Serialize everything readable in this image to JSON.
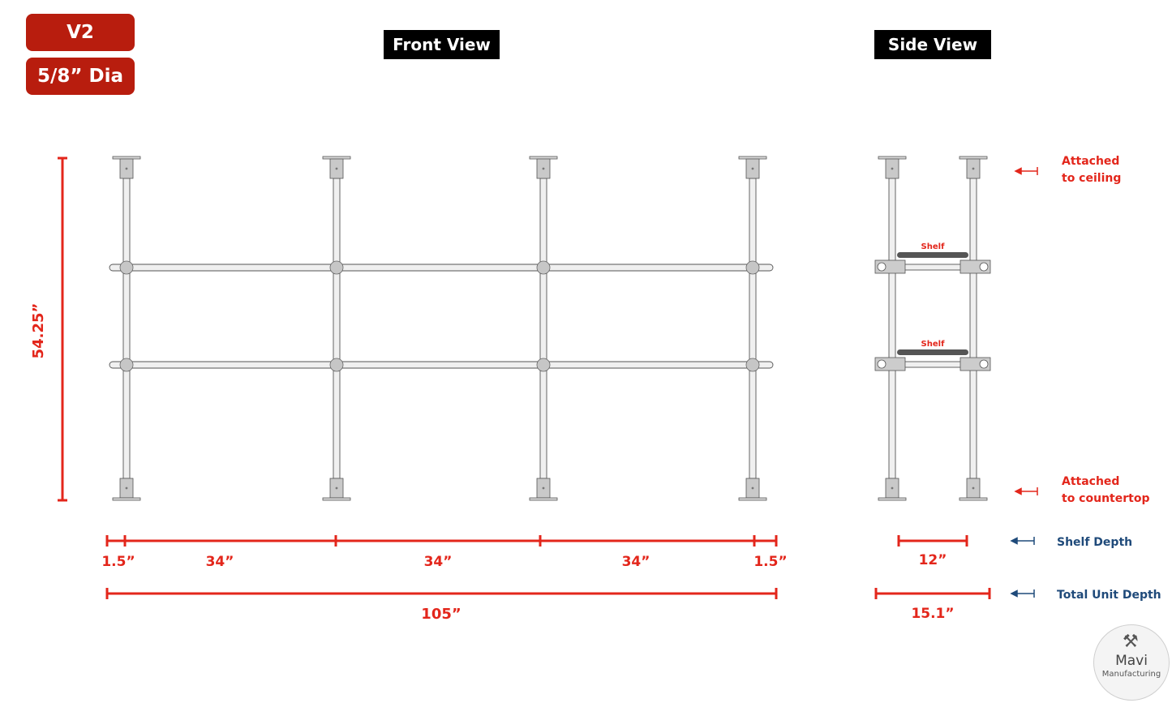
{
  "badges": {
    "version": "V2",
    "diameter": "5/8” Dia"
  },
  "views": {
    "front_title": "Front View",
    "side_title": "Side View"
  },
  "dimensions": {
    "height": "54.25”",
    "end_left": "1.5”",
    "span_1": "34”",
    "span_2": "34”",
    "span_3": "34”",
    "end_right": "1.5”",
    "total_width": "105”",
    "shelf_depth": "12”",
    "total_depth": "15.1”"
  },
  "side_labels": {
    "shelf_top": "Shelf",
    "shelf_bottom": "Shelf"
  },
  "annotations": {
    "ceiling_line1": "Attached",
    "ceiling_line2": "to ceiling",
    "countertop_line1": "Attached",
    "countertop_line2": "to countertop",
    "shelf_depth": "Shelf Depth",
    "total_depth": "Total Unit Depth"
  },
  "logo": {
    "name": "Mavi",
    "subtitle": "Manufacturing",
    "icon": "caliper-icon"
  },
  "colors": {
    "accent_red": "#e3261b",
    "badge_red": "#b81d0e",
    "annotation_blue": "#1f4a7a"
  }
}
